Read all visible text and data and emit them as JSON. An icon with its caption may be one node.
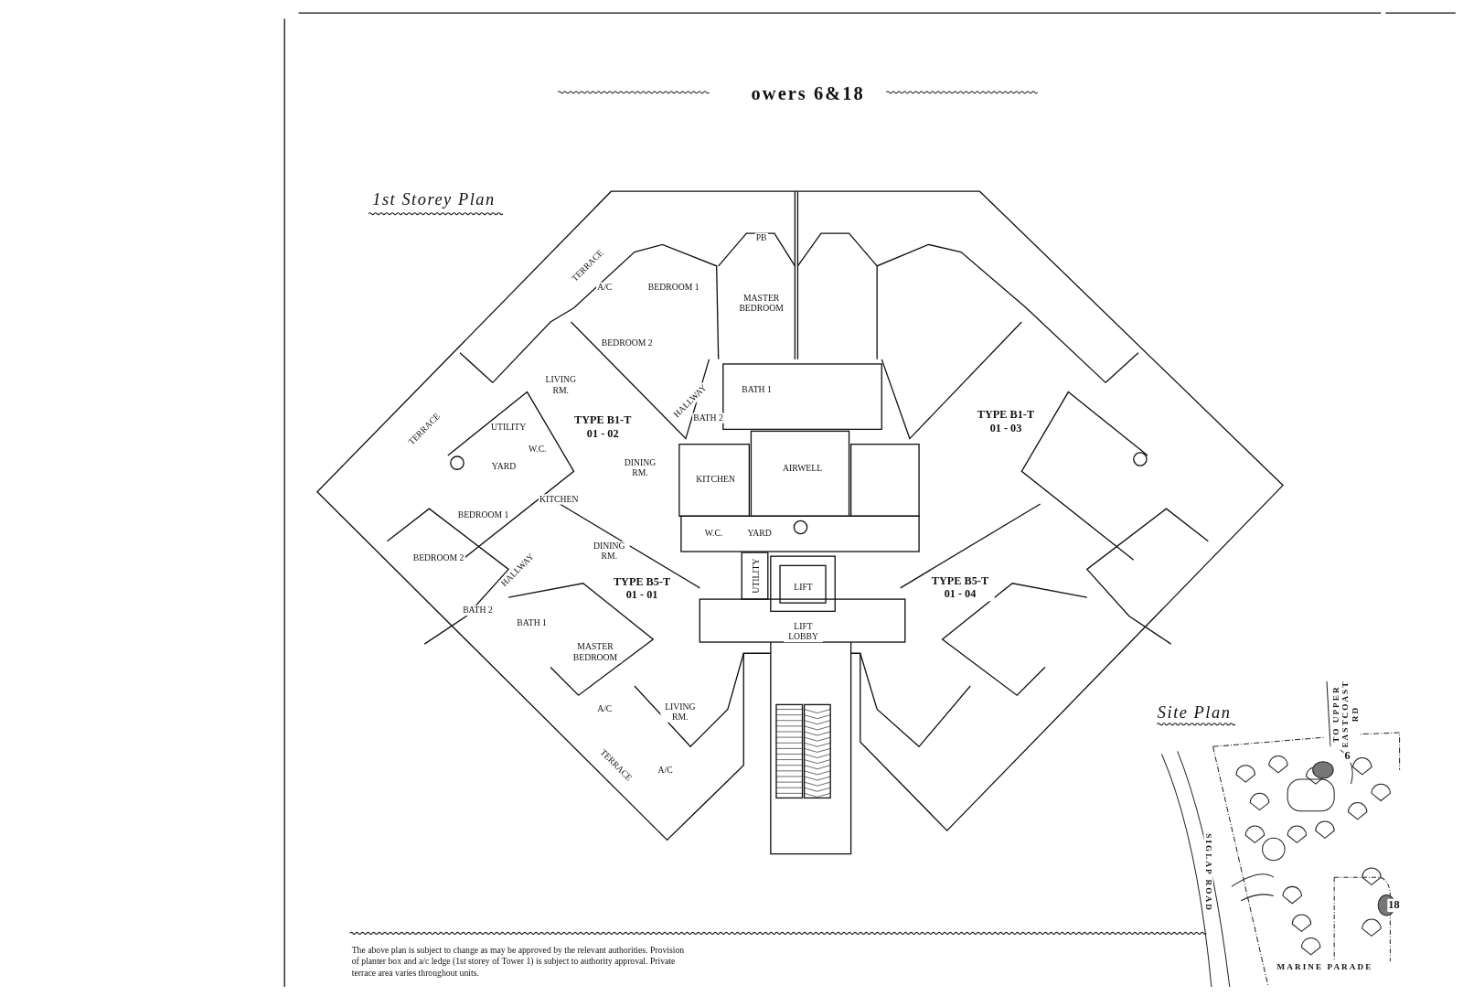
{
  "diagram": {
    "title": "owers 6&18",
    "labels": [
      "1st Storey Plan",
      "TERRACE",
      "A/C",
      "BEDROOM 1",
      "PB",
      "MASTER BEDROOM",
      "BEDROOM 2",
      "LIVING RM.",
      "BATH 1",
      "HALLWAY",
      "TERRACE",
      "TYPE B1-T 01 - 02",
      "TYPE B1-T 01 - 03",
      "BATH 2",
      "UTILITY",
      "W.C.",
      "YARD",
      "DINING RM.",
      "AIRWELL",
      "KITCHEN",
      "KITCHEN",
      "BEDROOM 1",
      "W.C.",
      "YARD",
      "DINING RM.",
      "BEDROOM 2",
      "HALLWAY",
      "UTILITY",
      "TYPE B5-T 01 - 01",
      "TYPE B5-T 01 - 04",
      "LIFT",
      "BATH 2",
      "BATH 1",
      "LIFT LOBBY",
      "MASTER BEDROOM",
      "A/C",
      "LIVING RM.",
      "TERRACE",
      "A/C",
      "Site Plan",
      "TO UPPER EASTCOAST RD",
      "6",
      "SIGLAP ROAD",
      "18",
      "The above plan is subject to change as may be approved by the relevant authorities. Provision of planter box and a/c ledge (1st storey of Tower 1) is subject to authority approval. Private terrace area varies throughout units.",
      "MARINE PARADE"
    ]
  }
}
